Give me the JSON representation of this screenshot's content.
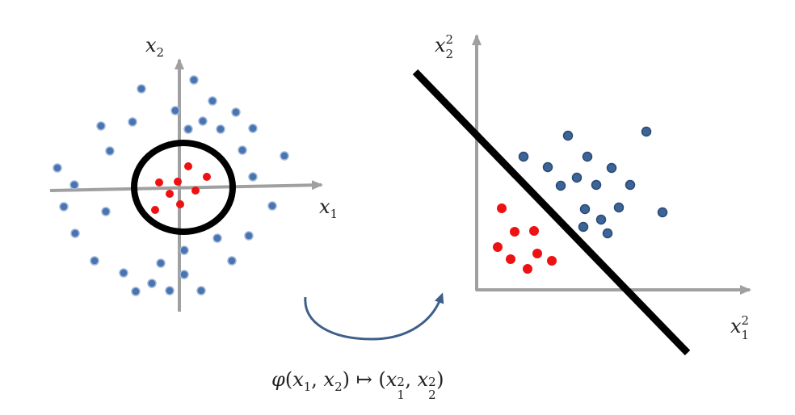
{
  "left_plot": {
    "x_label": {
      "var": "x",
      "sub": "1"
    },
    "y_label": {
      "var": "x",
      "sub": "2"
    },
    "blue_points": [
      [
        175,
        110
      ],
      [
        240,
        99
      ],
      [
        217,
        137
      ],
      [
        263,
        125
      ],
      [
        292,
        139
      ],
      [
        164,
        151
      ],
      [
        125,
        156
      ],
      [
        251,
        150
      ],
      [
        233,
        160
      ],
      [
        273,
        160
      ],
      [
        313,
        159
      ],
      [
        136,
        187
      ],
      [
        300,
        186
      ],
      [
        352,
        193
      ],
      [
        71,
        208
      ],
      [
        92,
        229
      ],
      [
        313,
        219
      ],
      [
        79,
        256
      ],
      [
        131,
        262
      ],
      [
        337,
        255
      ],
      [
        93,
        289
      ],
      [
        269,
        295
      ],
      [
        308,
        292
      ],
      [
        228,
        310
      ],
      [
        117,
        323
      ],
      [
        199,
        326
      ],
      [
        287,
        323
      ],
      [
        153,
        338
      ],
      [
        228,
        340
      ],
      [
        188,
        351
      ],
      [
        168,
        361
      ],
      [
        210,
        360
      ],
      [
        249,
        360
      ]
    ],
    "red_points": [
      [
        233,
        206
      ],
      [
        256,
        219
      ],
      [
        197,
        226
      ],
      [
        220,
        225
      ],
      [
        210,
        240
      ],
      [
        242,
        236
      ],
      [
        223,
        253
      ],
      [
        192,
        260
      ]
    ]
  },
  "right_plot": {
    "x_label": {
      "var": "x",
      "sub": "1",
      "sup": "2"
    },
    "y_label": {
      "var": "x",
      "sub": "2",
      "sup": "2"
    },
    "blue_points": [
      [
        703,
        168
      ],
      [
        800,
        163
      ],
      [
        648,
        194
      ],
      [
        727,
        194
      ],
      [
        678,
        207
      ],
      [
        757,
        208
      ],
      [
        714,
        220
      ],
      [
        694,
        230
      ],
      [
        738,
        229
      ],
      [
        780,
        229
      ],
      [
        724,
        259
      ],
      [
        766,
        257
      ],
      [
        744,
        272
      ],
      [
        820,
        263
      ],
      [
        722,
        281
      ],
      [
        752,
        289
      ]
    ],
    "red_points": [
      [
        621,
        258
      ],
      [
        637,
        287
      ],
      [
        661,
        286
      ],
      [
        616,
        306
      ],
      [
        665,
        314
      ],
      [
        632,
        321
      ],
      [
        683,
        323
      ],
      [
        653,
        333
      ]
    ]
  },
  "formula": {
    "phi": "φ",
    "open": "(",
    "x1": "x",
    "sub1": "1",
    "comma": ", ",
    "x2": "x",
    "sub2": "2",
    "close": ")",
    "mapsto": " ↦ ",
    "rhs_open": "(",
    "rhs_x1": "x",
    "rhs_sub1": "1",
    "rhs_sup1": "2",
    "rhs_comma": ", ",
    "rhs_x2": "x",
    "rhs_sub2": "2",
    "rhs_sup2": "2",
    "rhs_close": ")"
  },
  "colors": {
    "axis": "#a0a0a0",
    "blue": "#4a74b0",
    "blue_edge": "#9fb8dc",
    "blue_dark": "#3c6496",
    "blue_dark_edge": "#2a4a75",
    "red": "#ee1111",
    "separator": "#000000",
    "arrow": "#3e5f8a"
  }
}
